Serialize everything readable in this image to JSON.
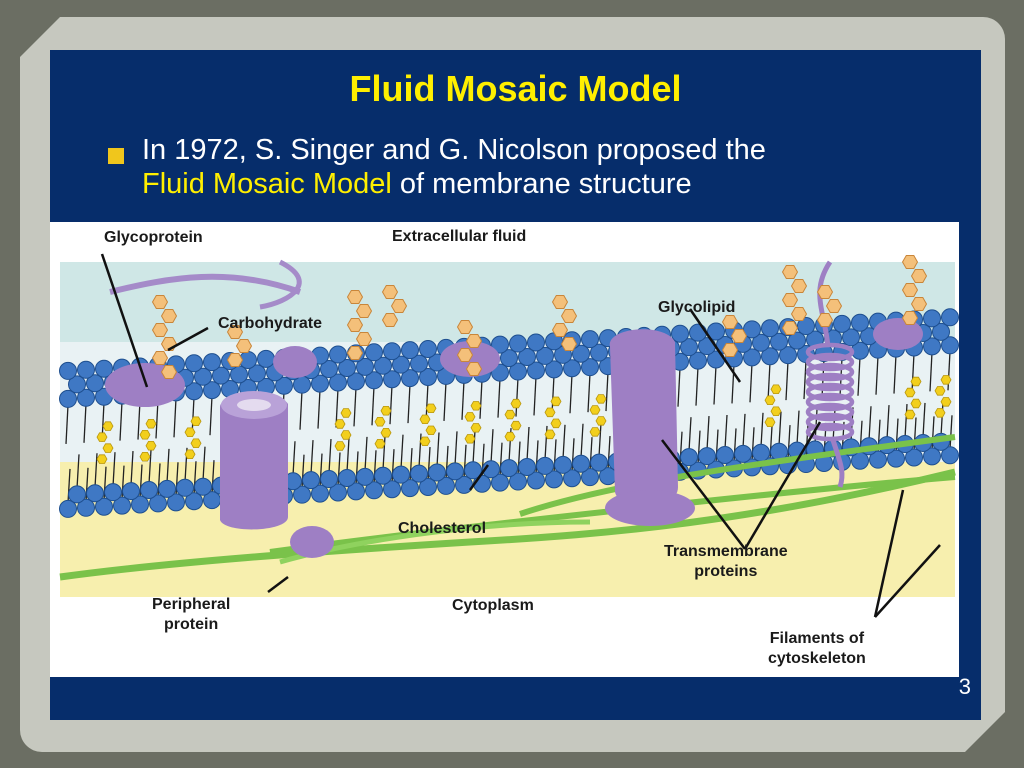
{
  "slide": {
    "title": "Fluid Mosaic Model",
    "bullet_line1": "In 1972, S. Singer and G. Nicolson proposed the",
    "bullet_line2_highlight": "Fluid Mosaic Model",
    "bullet_line2_rest": " of membrane structure",
    "page_number": "3"
  },
  "diagram": {
    "labels": {
      "glycoprotein": "Glycoprotein",
      "extracellular_fluid": "Extracellular fluid",
      "carbohydrate": "Carbohydrate",
      "glycolipid": "Glycolipid",
      "cholesterol": "Cholesterol",
      "transmembrane_proteins_1": "Transmembrane",
      "transmembrane_proteins_2": "proteins",
      "peripheral_protein_1": "Peripheral",
      "peripheral_protein_2": "protein",
      "cytoplasm": "Cytoplasm",
      "filaments_1": "Filaments of",
      "filaments_2": "cytoskeleton"
    },
    "colors": {
      "phospholipid_head": "#3f78c4",
      "extracellular": "#cfe7e6",
      "cytoplasm": "#f7efae",
      "protein": "#9e7fc4",
      "cholesterol": "#f2cf1d",
      "carbohydrate": "#f4c07a",
      "filament": "#7ac24a"
    }
  }
}
